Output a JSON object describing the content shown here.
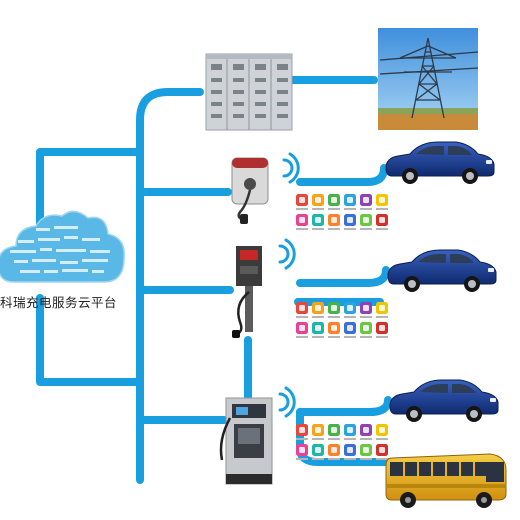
{
  "platform": {
    "label": "科瑞充电服务云平台",
    "cloud_color": "#5ab8e6",
    "cloud_text_color": "#ffffff"
  },
  "colors": {
    "connector": "#199fe0",
    "cabinet": "#cfd3d8",
    "grid_sky": "#6fb3e8",
    "grid_ground": "#c98a3a",
    "car": "#1a3f96",
    "bus": "#e7b21d",
    "charger_wall": "#d9d9d9",
    "charger_pile": "#3b3b3b",
    "charger_dc": "#c7c9cc"
  },
  "app_tile_colors": [
    "#e8463b",
    "#f7a21b",
    "#48b14b",
    "#2aa3e0",
    "#8e44ad",
    "#f2c500",
    "#e84393",
    "#1fb5a8",
    "#ff7f2a",
    "#3a6fd8",
    "#6cc644",
    "#d0312d"
  ],
  "nodes": {
    "switch_cabinet": "switchgear-cabinet",
    "power_grid": "transmission-tower",
    "charger_wall": "wall-mounted-ac-charger",
    "charger_pile": "pole-mounted-ac-charger",
    "charger_dc": "dc-fast-charger",
    "vehicles": [
      "electric-car",
      "electric-car",
      "electric-car",
      "electric-bus"
    ]
  }
}
